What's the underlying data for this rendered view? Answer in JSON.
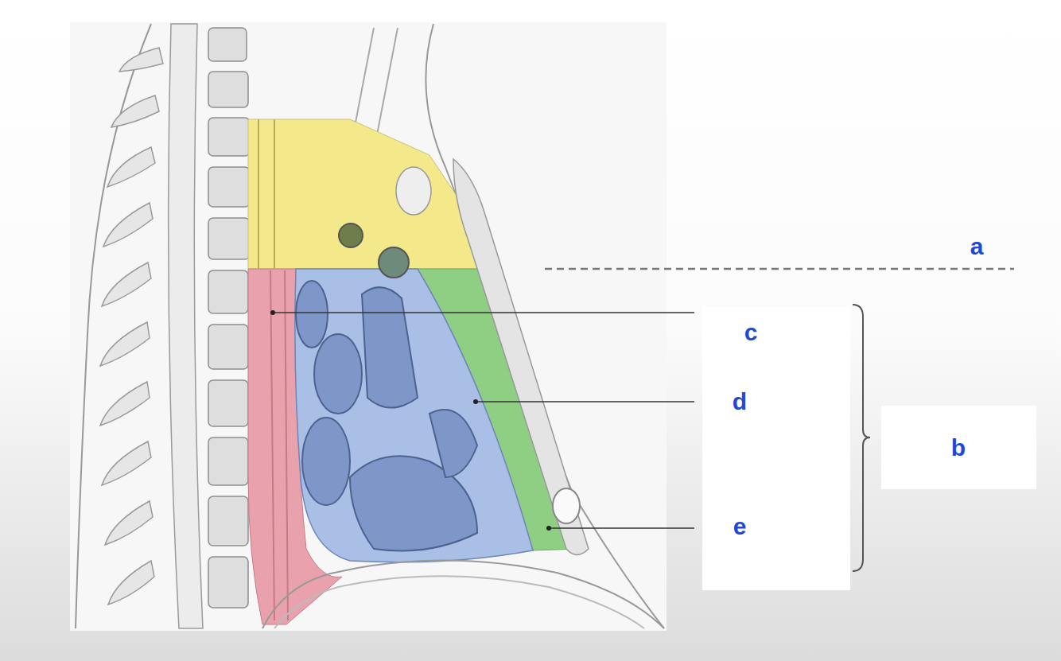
{
  "diagram": {
    "nodes": [
      {
        "text": [
          "c",
          "d",
          "e"
        ]
      },
      {
        "text": [
          "b"
        ]
      }
    ],
    "labels": [
      "a"
    ]
  }
}
